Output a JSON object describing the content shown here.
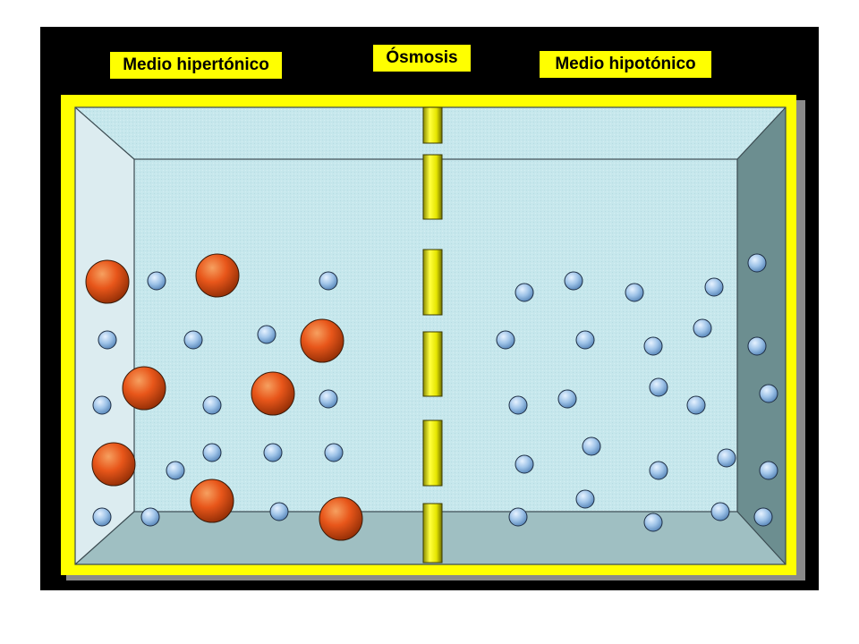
{
  "slide": {
    "title": "Ósmosis",
    "left_label": "Medio hipertónico",
    "right_label": "Medio hipotónico"
  },
  "colors": {
    "background": "#000000",
    "frame": "#ffff00",
    "water": "#c6e7ec",
    "solute_particle": "#e8561a",
    "water_molecule": "#9ec3e8",
    "membrane": "#ffff00"
  },
  "icons": {
    "solute": "orange-sphere",
    "water": "blue-sphere"
  }
}
